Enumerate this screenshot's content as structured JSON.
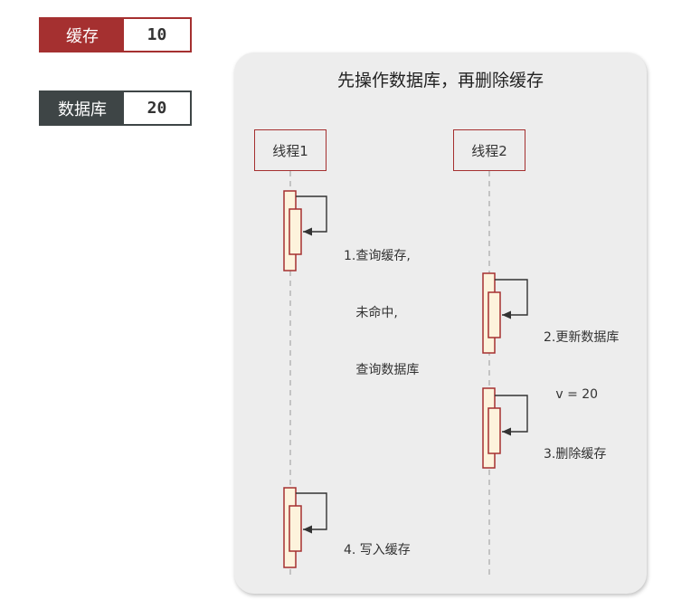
{
  "cache": {
    "label": "缓存",
    "value": "10"
  },
  "database": {
    "label": "数据库",
    "value": "20"
  },
  "diagram": {
    "title": "先操作数据库，再删除缓存",
    "threads": [
      "线程1",
      "线程2"
    ],
    "steps": [
      {
        "thread": "线程1",
        "lines": [
          "1.查询缓存,",
          "   未命中,",
          "   查询数据库"
        ]
      },
      {
        "thread": "线程2",
        "lines": [
          "2.更新数据库",
          "   v = 20"
        ]
      },
      {
        "thread": "线程2",
        "lines": [
          "3.删除缓存"
        ]
      },
      {
        "thread": "线程1",
        "lines": [
          "4. 写入缓存"
        ]
      }
    ]
  },
  "colors": {
    "accent_red": "#a53030",
    "dark_slate": "#3e4546",
    "panel_bg": "#ededed",
    "activation_fill": "#fdf3dc"
  }
}
